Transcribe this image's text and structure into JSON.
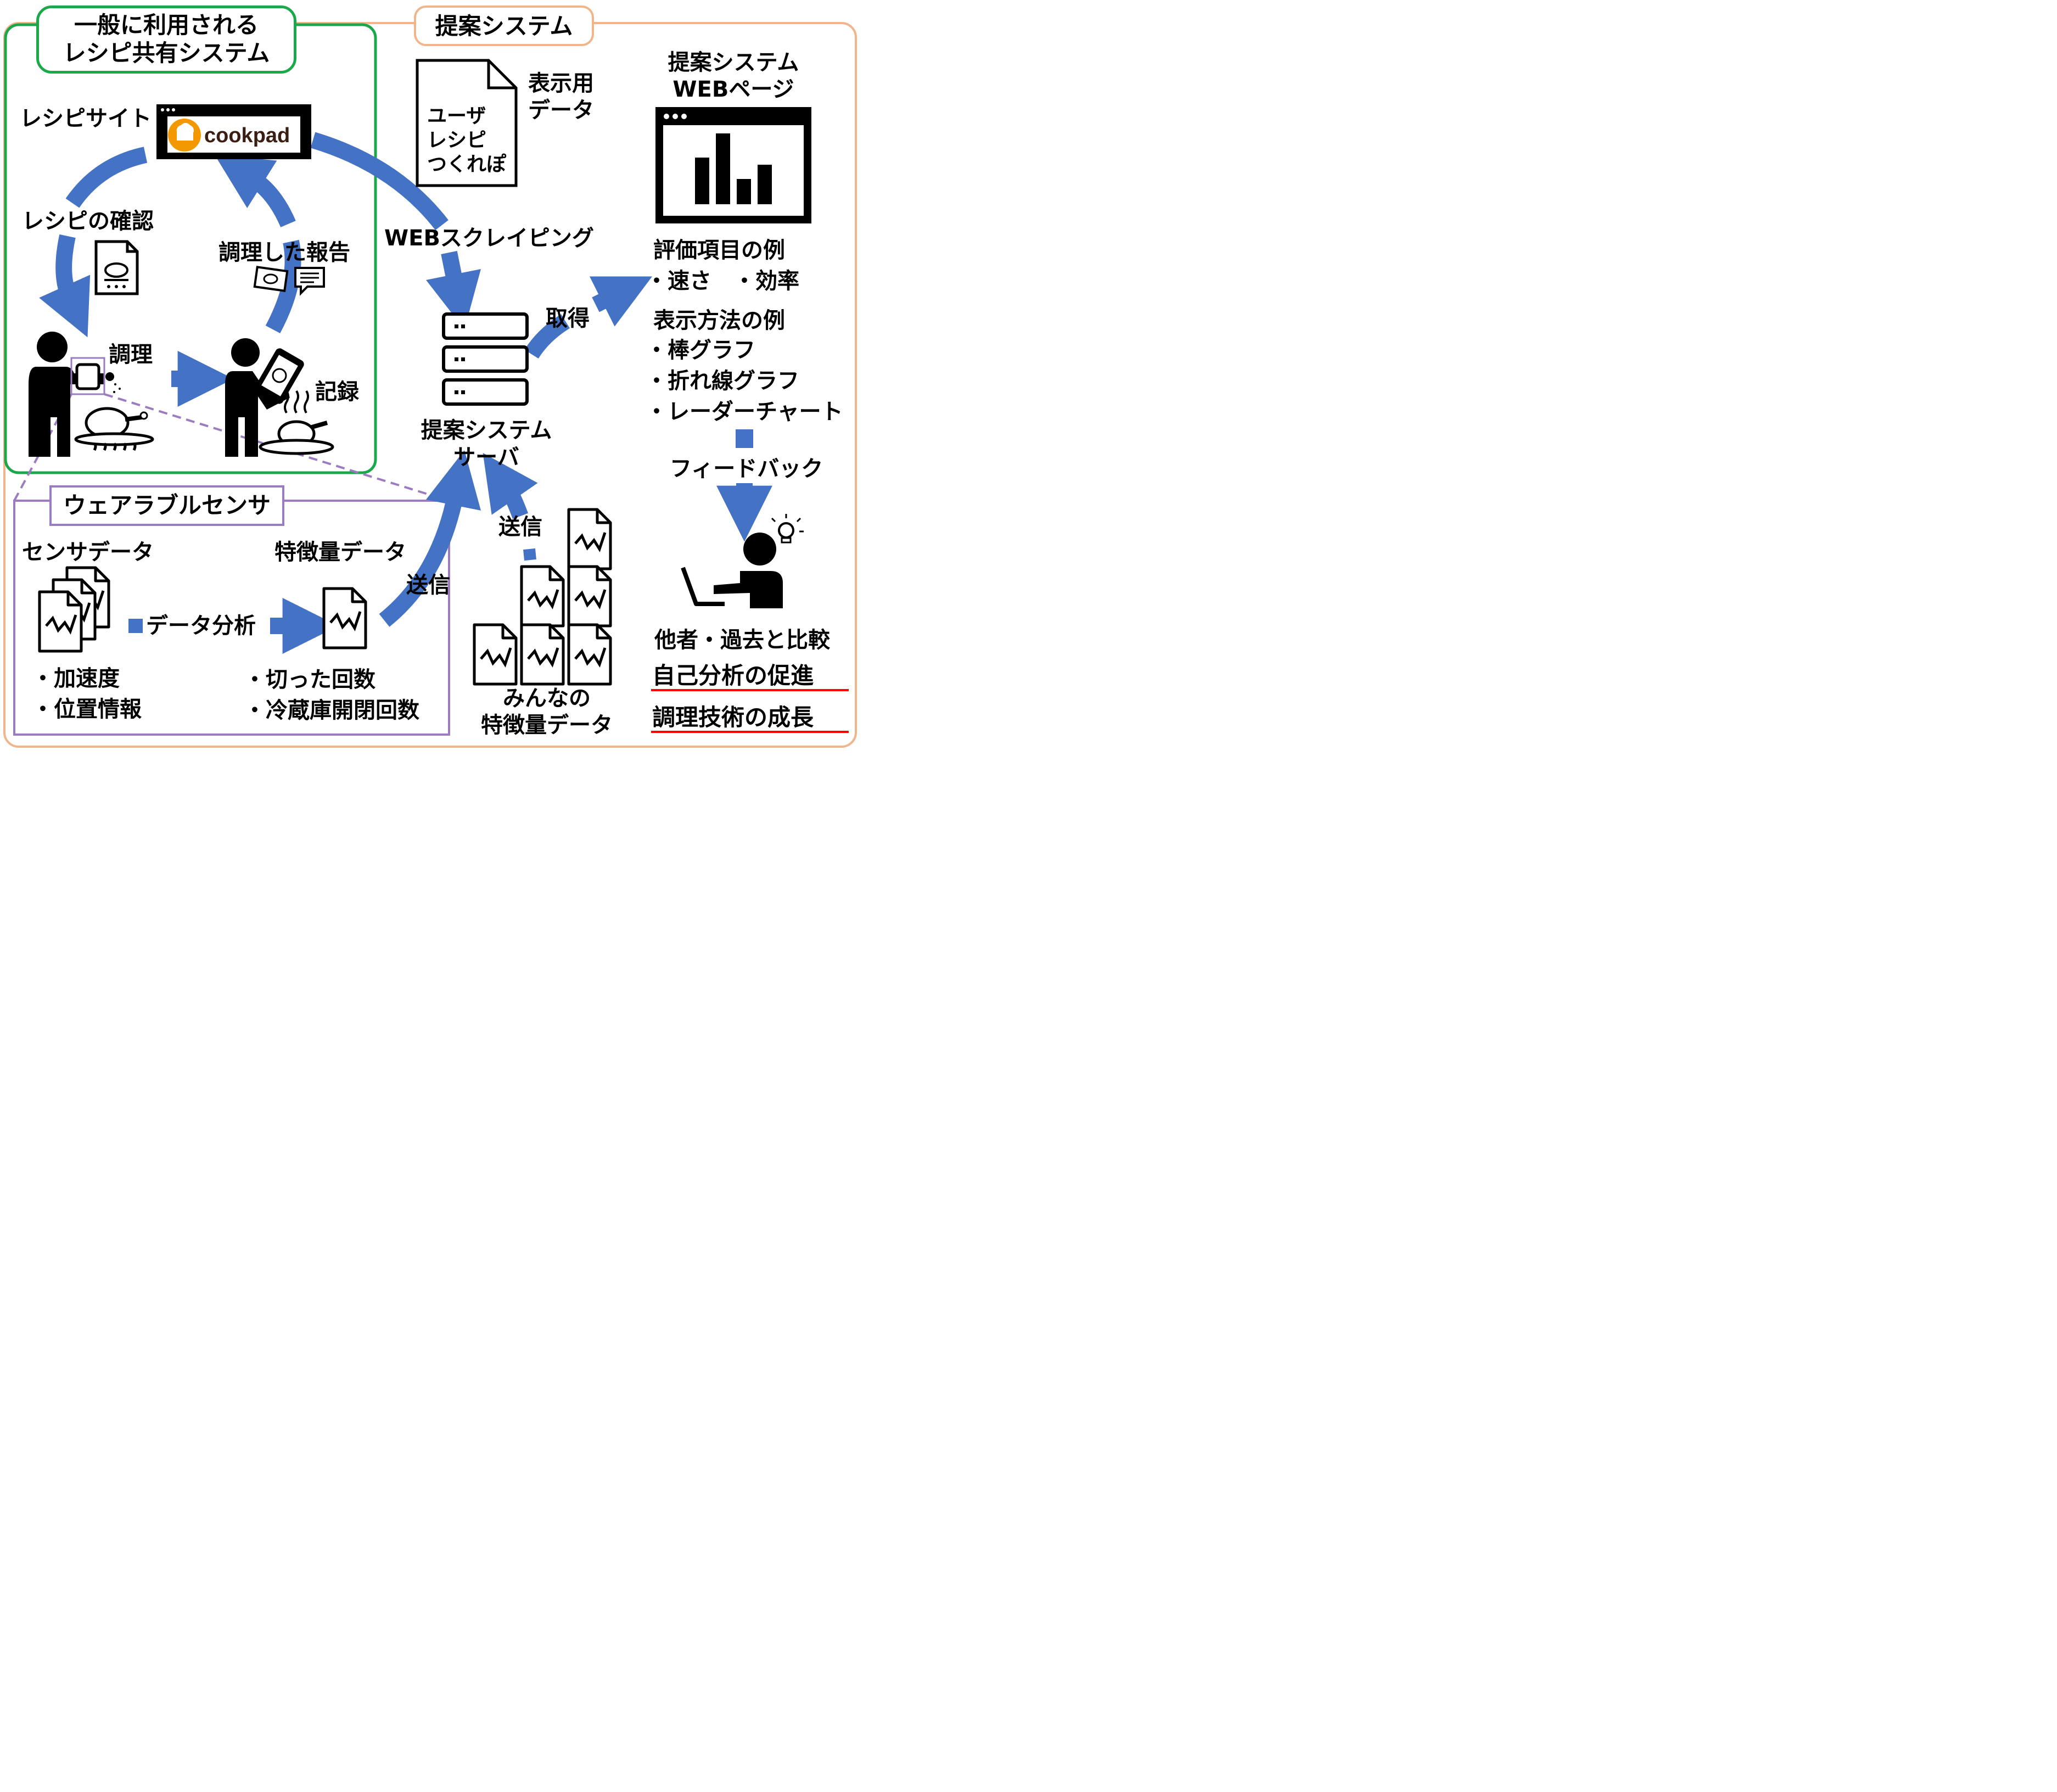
{
  "sections": {
    "common_system": "一般に利用される\nレシピ共有システム",
    "proposed_system": "提案システム",
    "wearable_sensor": "ウェアラブルセンサ"
  },
  "recipe_site": {
    "label": "レシピサイト",
    "brand": "cookpad"
  },
  "cycle": {
    "check_recipe": "レシピの確認",
    "cooking": "調理",
    "report": "調理した報告",
    "record": "記録"
  },
  "display_data": {
    "title": "表示用\nデータ",
    "items": "ユーザ\nレシピ\nつくれぽ"
  },
  "scraping": "WEBスクレイピング",
  "server_label": "提案システム\nサーバ",
  "acquire": "取得",
  "send_1": "送信",
  "send_2": "送信",
  "everyone_data": "みんなの\n特徴量データ",
  "webpage": {
    "title": "提案システム\nWEBページ"
  },
  "eval_items": {
    "heading": "評価項目の例",
    "items": "・速さ　・効率"
  },
  "display_methods": {
    "heading": "表示方法の例",
    "items": [
      "・棒グラフ",
      "・折れ線グラフ",
      "・レーダーチャート"
    ]
  },
  "feedback": "フィードバック",
  "compare": "他者・過去と比較",
  "outcomes": [
    "自己分析の促進",
    "調理技術の成長"
  ],
  "sensor": {
    "sensor_data": "センサデータ",
    "sensor_items": [
      "・加速度",
      "・位置情報"
    ],
    "analysis": "データ分析",
    "feature_data": "特徴量データ",
    "feature_items": [
      "・切った回数",
      "・冷蔵庫開閉回数"
    ]
  },
  "colors": {
    "arrow_blue": "#4472c4",
    "green_frame": "#1aa84a",
    "orange_frame": "#f0b58a",
    "purple_frame": "#9b7cc0",
    "underline_red": "#ff0000",
    "cookpad_orange": "#f39800"
  },
  "icons": [
    "document-icon",
    "browser-window-icon",
    "bar-chart-icon",
    "server-icon",
    "person-cooking-icon",
    "person-smartphone-icon",
    "roast-chicken-icon",
    "smartwatch-icon",
    "recipe-document-icon",
    "photo-icon",
    "chat-bubble-icon",
    "graph-document-icon",
    "person-laptop-icon",
    "lightbulb-icon"
  ]
}
